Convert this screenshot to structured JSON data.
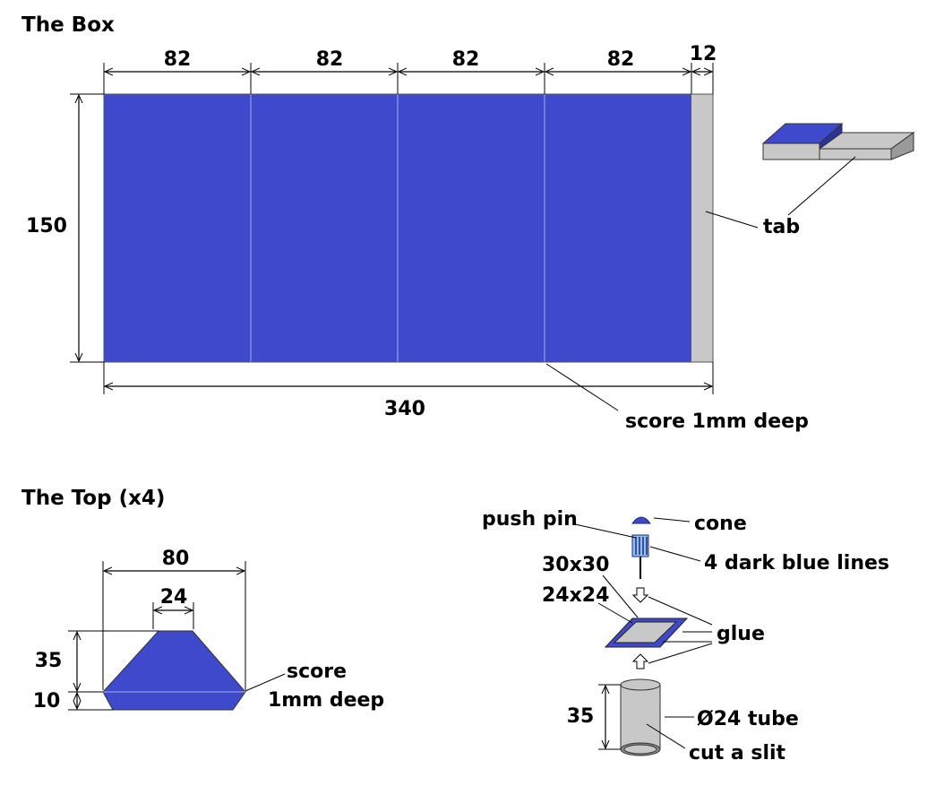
{
  "colors": {
    "blue": "#3f49cc",
    "tab_gray": "#c8c8c8",
    "score_line": "#a9b0e8",
    "tube_gray": "#c8c8c8",
    "dark_edge": "#1f2a7a"
  },
  "box": {
    "heading": "The Box",
    "panel_widths": [
      "82",
      "82",
      "82",
      "82"
    ],
    "tab_width": "12",
    "height": "150",
    "total_width": "340",
    "tab_label": "tab",
    "score_label": "score 1mm deep"
  },
  "top": {
    "heading": "The Top (x4)",
    "width": "80",
    "top_width": "24",
    "height": "35",
    "lip": "10",
    "score_line1": "score",
    "score_line2": "1mm deep"
  },
  "assembly": {
    "push_pin": "push pin",
    "cone": "cone",
    "lines": "4 dark blue lines",
    "outer_square": "30x30",
    "inner_square": "24x24",
    "glue": "glue",
    "tube_height": "35",
    "tube": "Ø24 tube",
    "slit": "cut a slit"
  }
}
